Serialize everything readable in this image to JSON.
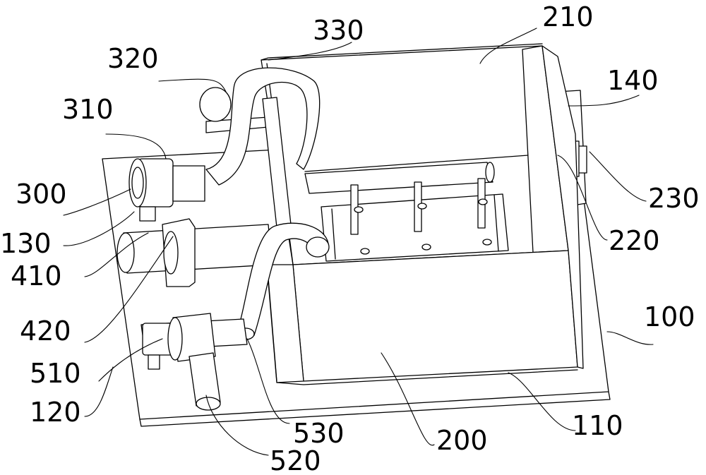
{
  "colors": {
    "line": "#000000",
    "background": "#ffffff"
  },
  "labels": {
    "l100": "100",
    "l110": "110",
    "l120": "120",
    "l130": "130",
    "l140": "140",
    "l200": "200",
    "l210": "210",
    "l220": "220",
    "l230": "230",
    "l300": "300",
    "l310": "310",
    "l320": "320",
    "l330": "330",
    "l410": "410",
    "l420": "420",
    "l510": "510",
    "l520": "520",
    "l530": "530"
  }
}
